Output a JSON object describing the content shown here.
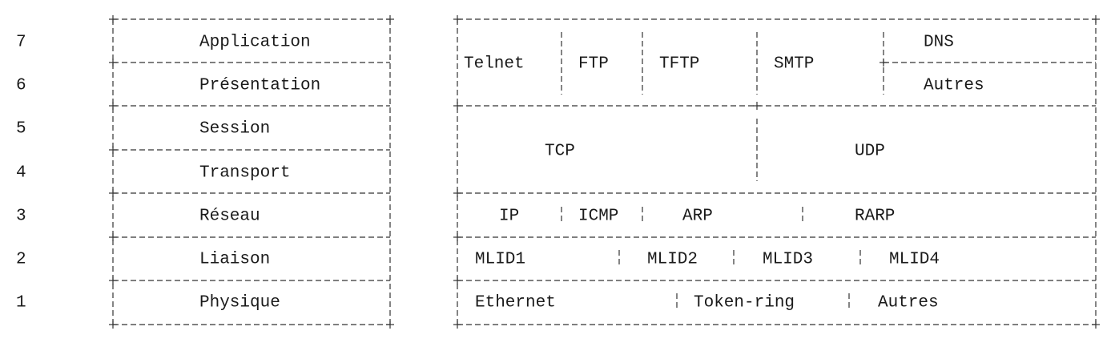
{
  "osi_layers": [
    {
      "number": "7",
      "name": "Application"
    },
    {
      "number": "6",
      "name": "Présentation"
    },
    {
      "number": "5",
      "name": "Session"
    },
    {
      "number": "4",
      "name": "Transport"
    },
    {
      "number": "3",
      "name": "Réseau"
    },
    {
      "number": "2",
      "name": "Liaison"
    },
    {
      "number": "1",
      "name": "Physique"
    }
  ],
  "protocols": {
    "application": [
      "Telnet",
      "FTP",
      "TFTP",
      "SMTP",
      "DNS",
      "Autres"
    ],
    "transport": [
      "TCP",
      "UDP"
    ],
    "network": [
      "IP",
      "ICMP",
      "ARP",
      "RARP"
    ],
    "link": [
      "MLID1",
      "MLID2",
      "MLID3",
      "MLID4"
    ],
    "physical": [
      "Ethernet",
      "Token-ring",
      "Autres"
    ]
  }
}
